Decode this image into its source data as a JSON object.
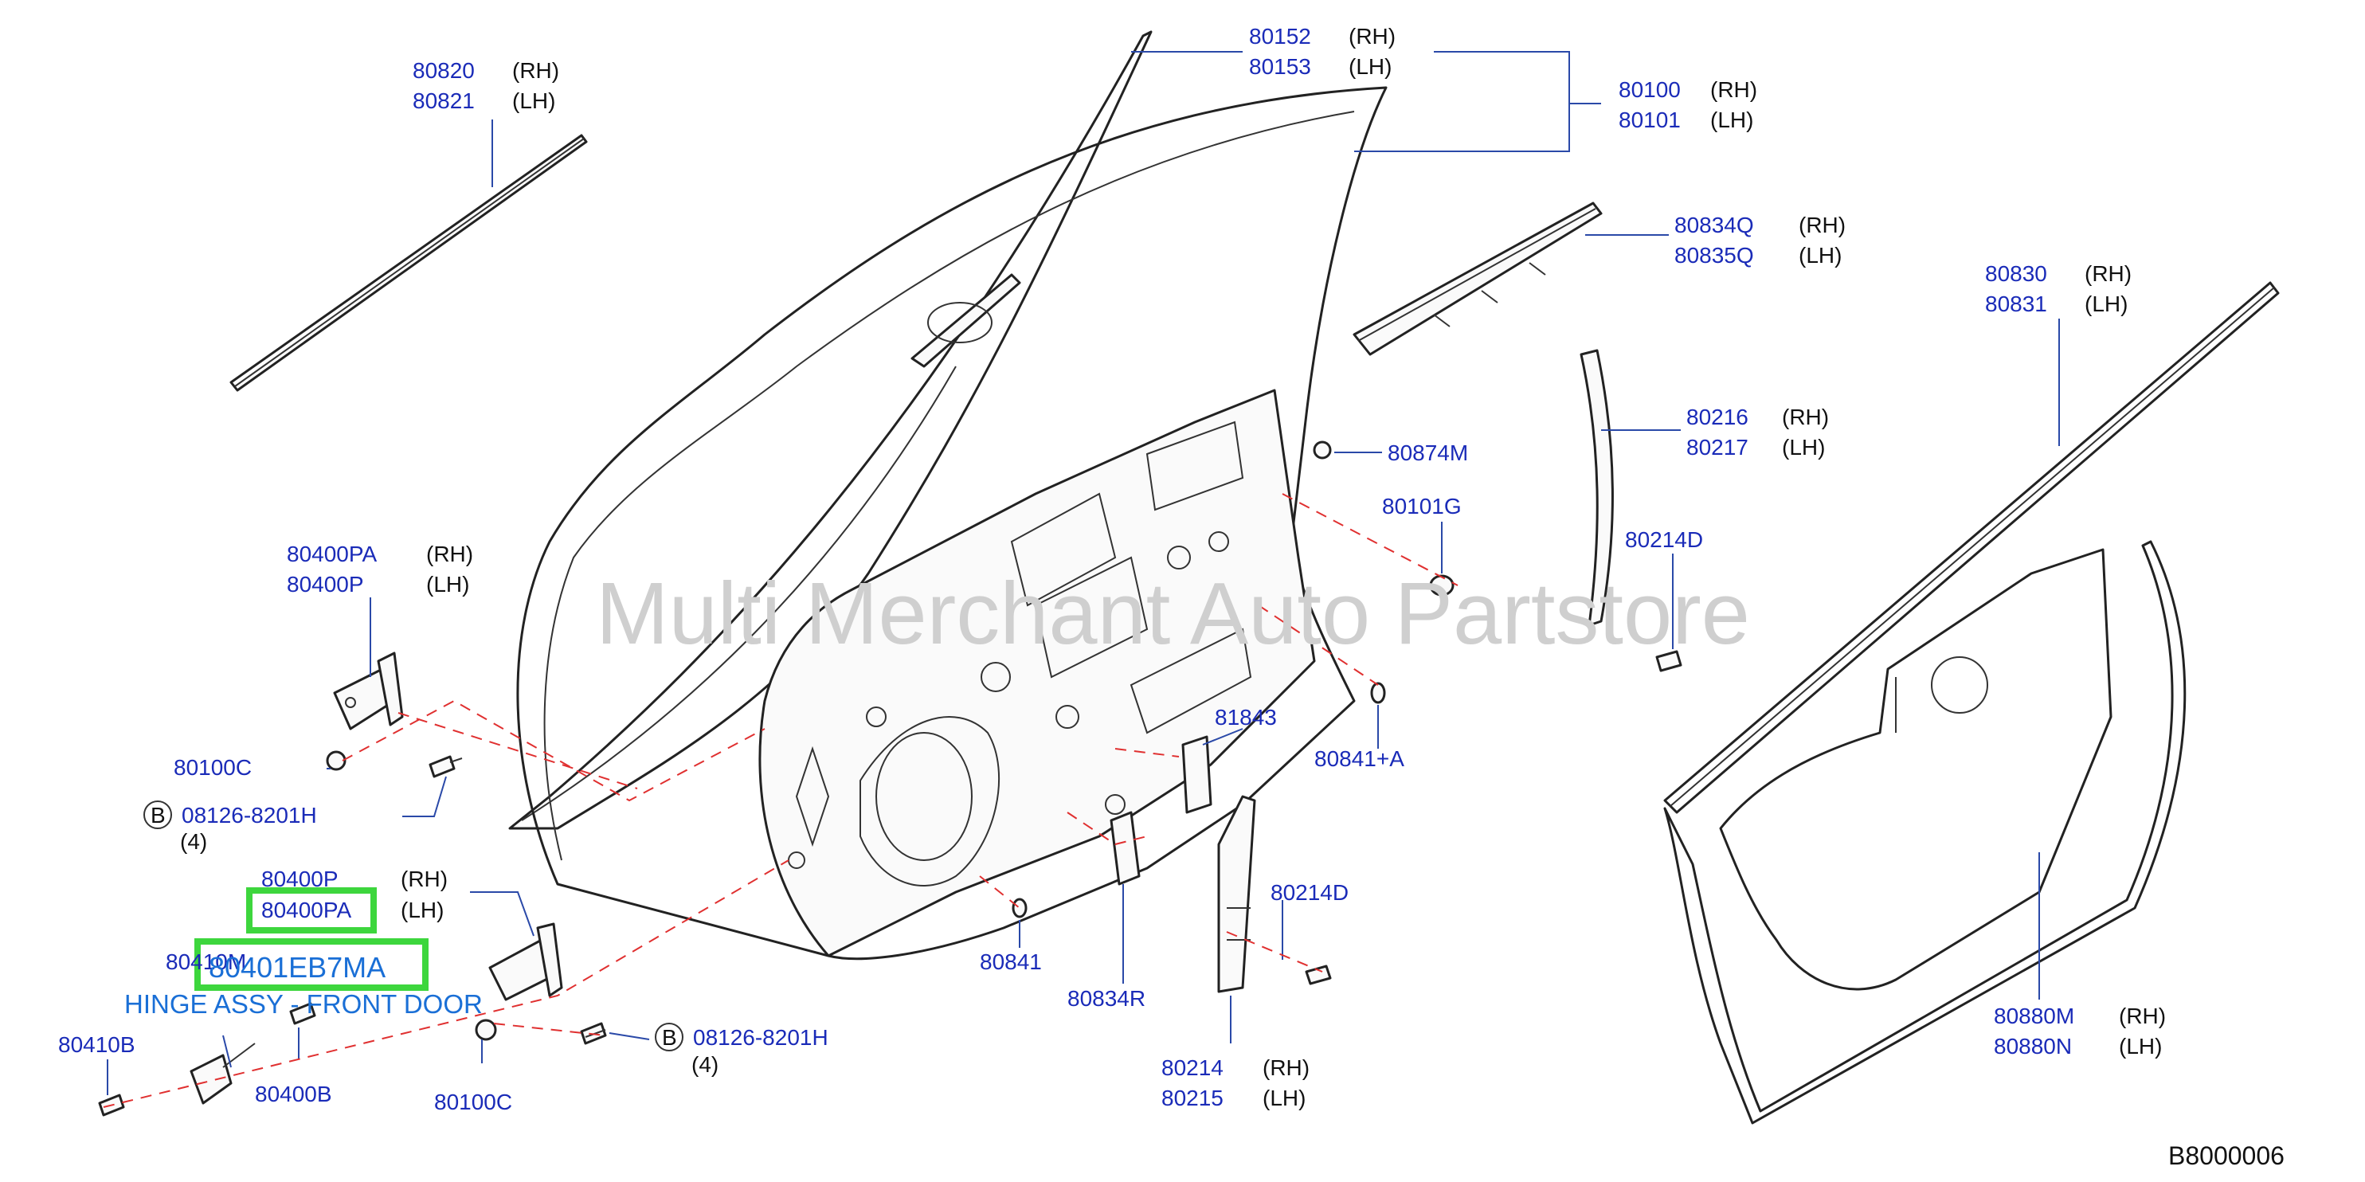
{
  "diagram": {
    "watermark": "Multi Merchant Auto Partstore",
    "diagram_code": "B8000006",
    "highlight": {
      "part_number": "80401EB7MA",
      "description": "HINGE ASSY - FRONT DOOR",
      "accent_color": "#3dd63d"
    },
    "labels": [
      {
        "id": "l1",
        "part": "80820",
        "side": "(RH)"
      },
      {
        "id": "l2",
        "part": "80821",
        "side": "(LH)"
      },
      {
        "id": "l3",
        "part": "80152",
        "side": "(RH)"
      },
      {
        "id": "l4",
        "part": "80153",
        "side": "(LH)"
      },
      {
        "id": "l5",
        "part": "80100",
        "side": "(RH)"
      },
      {
        "id": "l6",
        "part": "80101",
        "side": "(LH)"
      },
      {
        "id": "l7",
        "part": "80834Q",
        "side": "(RH)"
      },
      {
        "id": "l8",
        "part": "80835Q",
        "side": "(LH)"
      },
      {
        "id": "l9",
        "part": "80830",
        "side": "(RH)"
      },
      {
        "id": "l10",
        "part": "80831",
        "side": "(LH)"
      },
      {
        "id": "l11",
        "part": "80216",
        "side": "(RH)"
      },
      {
        "id": "l12",
        "part": "80217",
        "side": "(LH)"
      },
      {
        "id": "l13",
        "part": "80874M",
        "side": ""
      },
      {
        "id": "l14",
        "part": "80101G",
        "side": ""
      },
      {
        "id": "l15",
        "part": "80214D",
        "side": ""
      },
      {
        "id": "l16",
        "part": "80400PA",
        "side": "(RH)"
      },
      {
        "id": "l17",
        "part": "80400P",
        "side": "(LH)"
      },
      {
        "id": "l18",
        "part": "80100C",
        "side": ""
      },
      {
        "id": "l19",
        "part": "08126-8201H",
        "side": "",
        "marker": "B",
        "qty": "(4)"
      },
      {
        "id": "l20",
        "part": "81843",
        "side": ""
      },
      {
        "id": "l21",
        "part": "80841+A",
        "side": ""
      },
      {
        "id": "l22",
        "part": "80400P",
        "side": "(RH)"
      },
      {
        "id": "l23",
        "part": "80400PA",
        "side": "(LH)"
      },
      {
        "id": "l24",
        "part": "80410M",
        "side": ""
      },
      {
        "id": "l25",
        "part": "80410B",
        "side": ""
      },
      {
        "id": "l26",
        "part": "80400B",
        "side": ""
      },
      {
        "id": "l27",
        "part": "80100C",
        "side": ""
      },
      {
        "id": "l28",
        "part": "08126-8201H",
        "side": "",
        "marker": "B",
        "qty": "(4)"
      },
      {
        "id": "l29",
        "part": "80841",
        "side": ""
      },
      {
        "id": "l30",
        "part": "80834R",
        "side": ""
      },
      {
        "id": "l31",
        "part": "80214D",
        "side": ""
      },
      {
        "id": "l32",
        "part": "80214",
        "side": "(RH)"
      },
      {
        "id": "l33",
        "part": "80215",
        "side": "(LH)"
      },
      {
        "id": "l34",
        "part": "80880M",
        "side": "(RH)"
      },
      {
        "id": "l35",
        "part": "80880N",
        "side": "(LH)"
      }
    ]
  }
}
